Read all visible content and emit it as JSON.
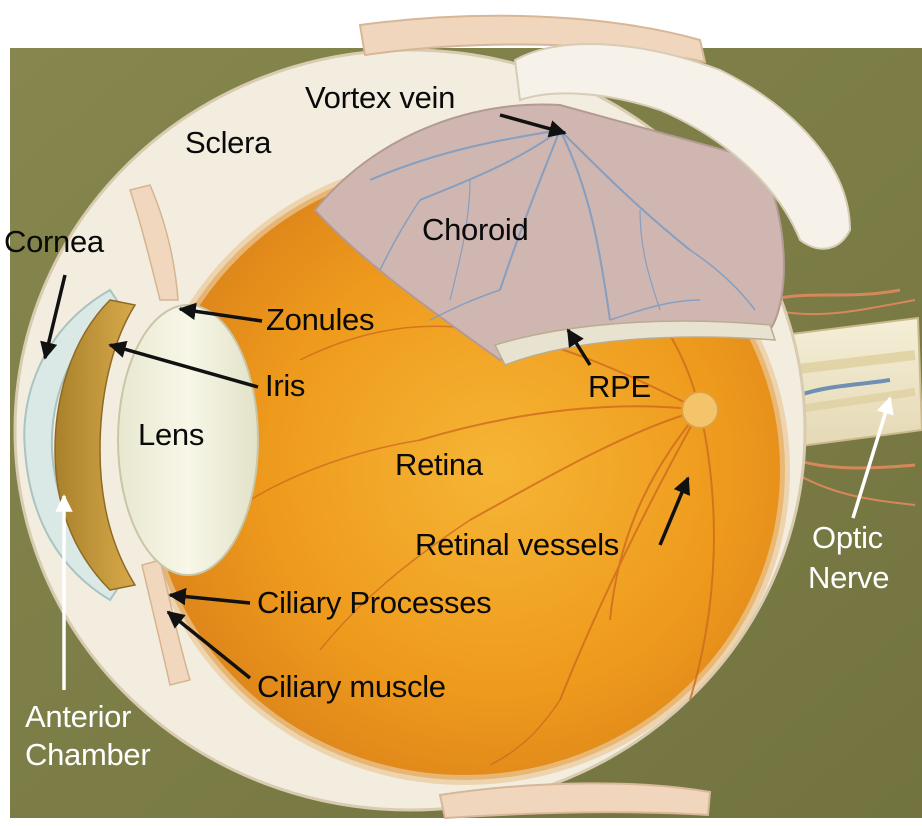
{
  "diagram": {
    "labels": {
      "vortex_vein": "Vortex vein",
      "sclera": "Sclera",
      "choroid": "Choroid",
      "cornea": "Cornea",
      "zonules": "Zonules",
      "iris": "Iris",
      "rpe": "RPE",
      "lens": "Lens",
      "retina": "Retina",
      "retinal_vessels": "Retinal vessels",
      "optic_nerve_line1": "Optic",
      "optic_nerve_line2": "Nerve",
      "ciliary_processes": "Ciliary Processes",
      "ciliary_muscle": "Ciliary muscle",
      "anterior_chamber_line1": "Anterior",
      "anterior_chamber_line2": "Chamber"
    },
    "colors": {
      "background": "#8a8a52",
      "retina": "#f0a020",
      "sclera": "#f4eee2",
      "choroid": "#cdb4ae",
      "choroid_vessels": "#7f9cc2",
      "lens": "#f1f0dc",
      "iris": "#c99a3e",
      "cornea": "#d9e8e6",
      "retinal_vessels": "#d96a20",
      "optic_nerve": "#f2ecd6",
      "muscle": "#f0d2b6"
    }
  }
}
